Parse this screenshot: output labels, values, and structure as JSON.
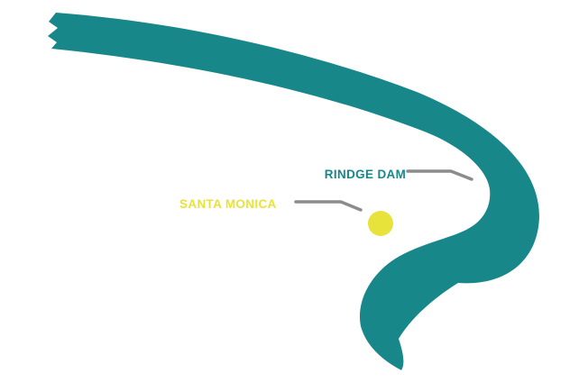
{
  "colors": {
    "teal": "#17878a",
    "yellow": "#e8e33b",
    "gray": "#8c8c8c",
    "background": "#ffffff"
  },
  "illustration": {
    "description": "stylized river brush-stroke map with two callouts",
    "river": {
      "feature": "river-swoosh"
    },
    "callouts": [
      {
        "id": "dam",
        "label": "RINDGE DAM",
        "points_to": "hairpin bend of river"
      },
      {
        "id": "location",
        "label": "SANTA MONICA",
        "points_to": "yellow location dot",
        "marker": "yellow-circle"
      }
    ]
  }
}
